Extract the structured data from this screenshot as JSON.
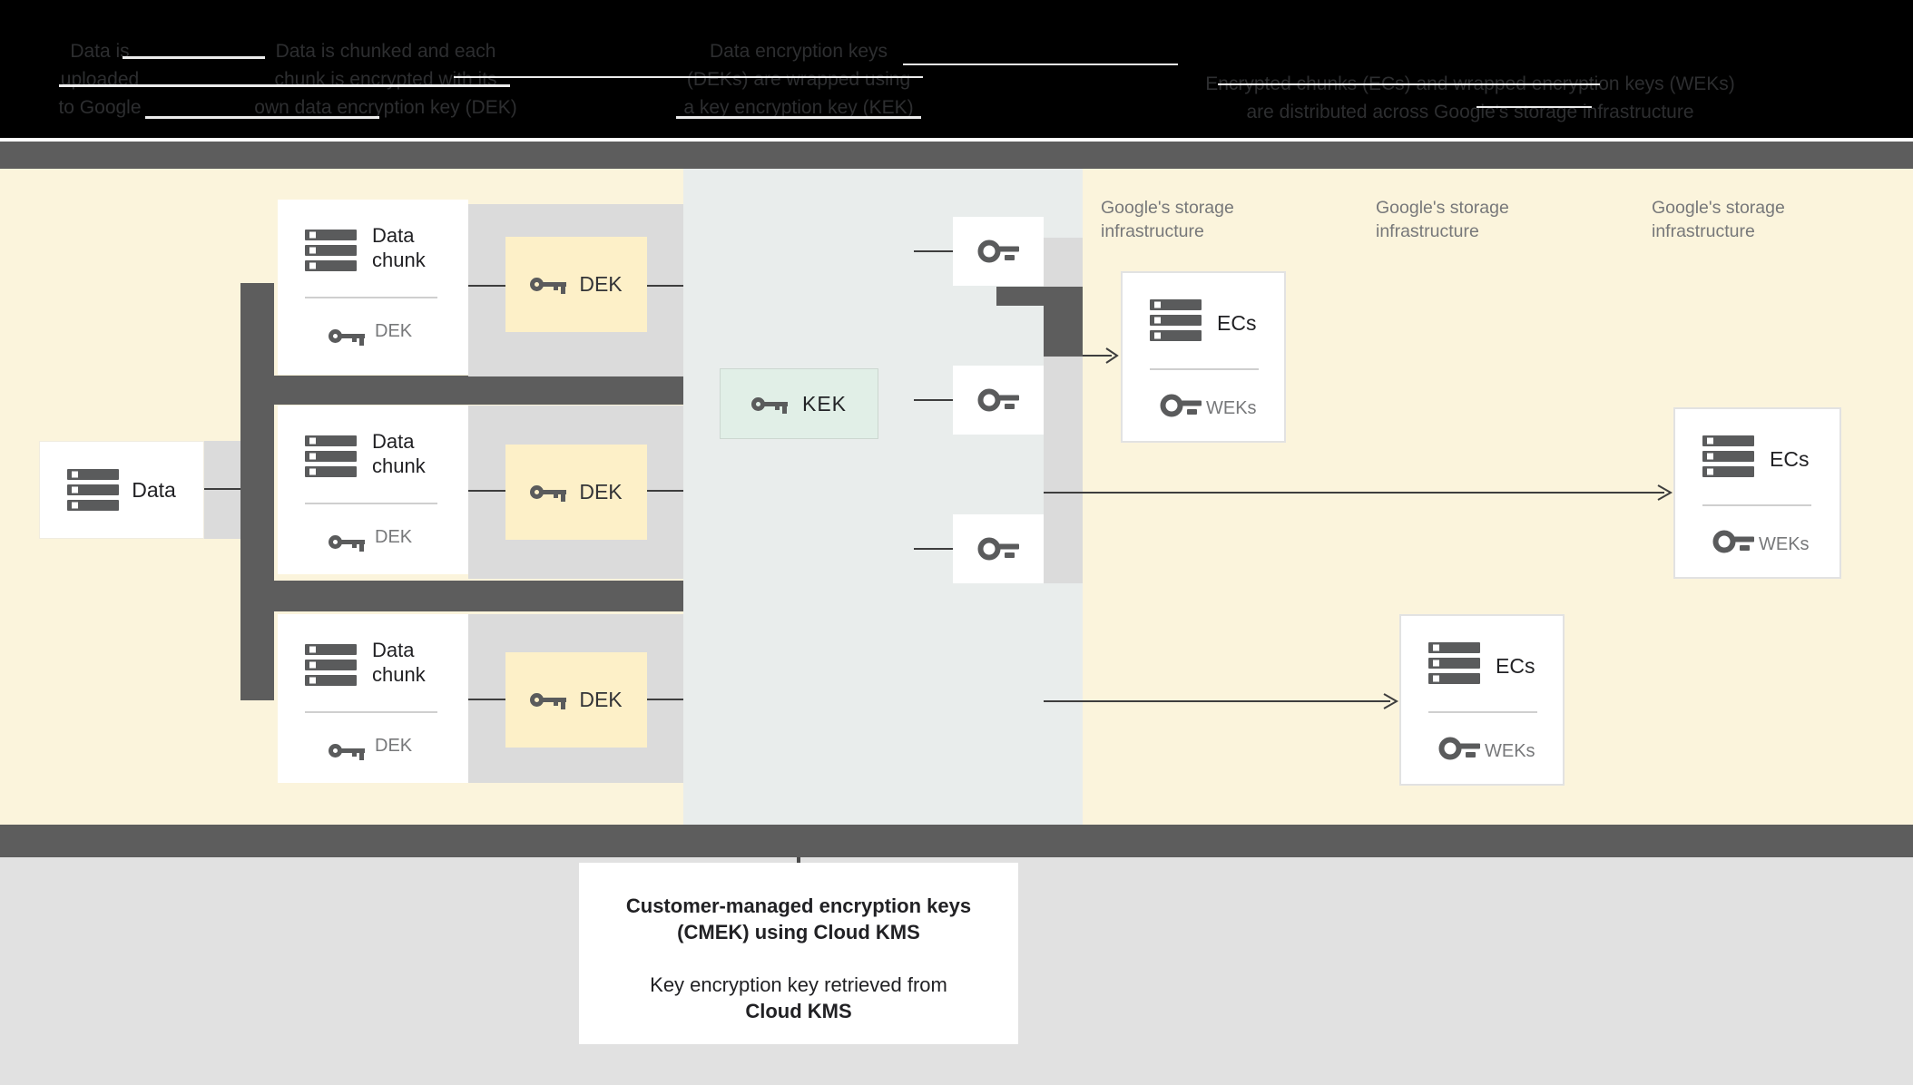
{
  "colors": {
    "header_bg": "#000000",
    "header_text": "#2d2e30",
    "dark_bar": "#5d5d5d",
    "cream_background": "#fbf4dc",
    "dek_box_yellow": "#fdf0c8",
    "kms_region_blue": "#e9edec",
    "kek_box_mint": "#e1efe7",
    "connector_gray": "#dbdbdb",
    "line_dark": "#3e3e3e",
    "icon_gray": "#5a5b5c",
    "text_dark": "#212124",
    "text_gray": "#77787a",
    "bottom_gray": "#e1e1e1"
  },
  "header": {
    "columns": [
      {
        "lines": [
          "Data is",
          "uploaded",
          "to Google"
        ]
      },
      {
        "lines": [
          "Data is chunked and each",
          "chunk is encrypted with its",
          "own data encryption key (DEK)"
        ]
      },
      {
        "lines": [
          "Data encryption keys",
          "(DEKs) are wrapped using",
          "a key encryption key (KEK)"
        ]
      },
      {
        "lines": [
          "Encrypted chunks (ECs) and wrapped encryption keys (WEKs)",
          "are distributed across Google's storage infrastructure"
        ]
      }
    ]
  },
  "left": {
    "data_box": {
      "label": "Data"
    },
    "chunks": [
      {
        "title": "Data chunk",
        "key_label": "DEK"
      },
      {
        "title": "Data chunk",
        "key_label": "DEK"
      },
      {
        "title": "Data chunk",
        "key_label": "DEK"
      }
    ],
    "dek_boxes": [
      {
        "label": "DEK"
      },
      {
        "label": "DEK"
      },
      {
        "label": "DEK"
      }
    ]
  },
  "middle": {
    "kek": {
      "label": "KEK"
    }
  },
  "right": {
    "storage_labels": [
      {
        "line1": "Google's storage",
        "line2": "infrastructure"
      },
      {
        "line1": "Google's storage",
        "line2": "infrastructure"
      },
      {
        "line1": "Google's storage",
        "line2": "infrastructure"
      }
    ],
    "ecs_boxes": [
      {
        "title": "ECs",
        "key_label": "WEKs"
      },
      {
        "title": "ECs",
        "key_label": "WEKs"
      },
      {
        "title": "ECs",
        "key_label": "WEKs"
      }
    ]
  },
  "caption": {
    "title_line1": "Customer-managed encryption keys",
    "title_line2": "(CMEK) using Cloud KMS",
    "body_line1": "Key encryption key retrieved from",
    "body_line2": "Cloud KMS"
  }
}
